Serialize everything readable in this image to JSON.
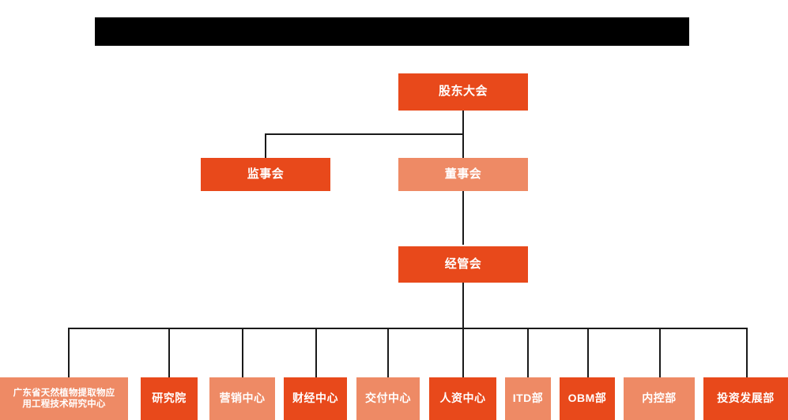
{
  "diagram": {
    "kind": "organization-chart",
    "title_bar": {
      "redacted": true,
      "label": ""
    },
    "colors": {
      "accent_strong": "#E8491B",
      "accent_light": "#EE8A65",
      "connector": "#1A1A1A",
      "background": "#FFFFFF",
      "text": "#FFFFFF",
      "redaction": "#000000"
    },
    "levels": [
      {
        "name": "level-1",
        "nodes": [
          {
            "id": "shareholders",
            "label": "股东大会",
            "tone": "strong"
          }
        ]
      },
      {
        "name": "level-2",
        "nodes": [
          {
            "id": "supervisors",
            "label": "监事会",
            "tone": "strong"
          },
          {
            "id": "directors",
            "label": "董事会",
            "tone": "light"
          }
        ]
      },
      {
        "name": "level-3",
        "nodes": [
          {
            "id": "management",
            "label": "经管会",
            "tone": "strong"
          }
        ]
      },
      {
        "name": "level-4",
        "nodes": [
          {
            "id": "research-center",
            "label": "广东省天然植物提取物应\n用工程技术研究中心",
            "tone": "light"
          },
          {
            "id": "institute",
            "label": "研究院",
            "tone": "strong"
          },
          {
            "id": "marketing",
            "label": "营销中心",
            "tone": "light"
          },
          {
            "id": "finance",
            "label": "财经中心",
            "tone": "strong"
          },
          {
            "id": "delivery",
            "label": "交付中心",
            "tone": "light"
          },
          {
            "id": "hr",
            "label": "人资中心",
            "tone": "strong"
          },
          {
            "id": "itd",
            "label": "ITD部",
            "tone": "light"
          },
          {
            "id": "obm",
            "label": "OBM部",
            "tone": "strong"
          },
          {
            "id": "internal-control",
            "label": "内控部",
            "tone": "light"
          },
          {
            "id": "investment",
            "label": "投资发展部",
            "tone": "strong"
          }
        ]
      }
    ]
  }
}
